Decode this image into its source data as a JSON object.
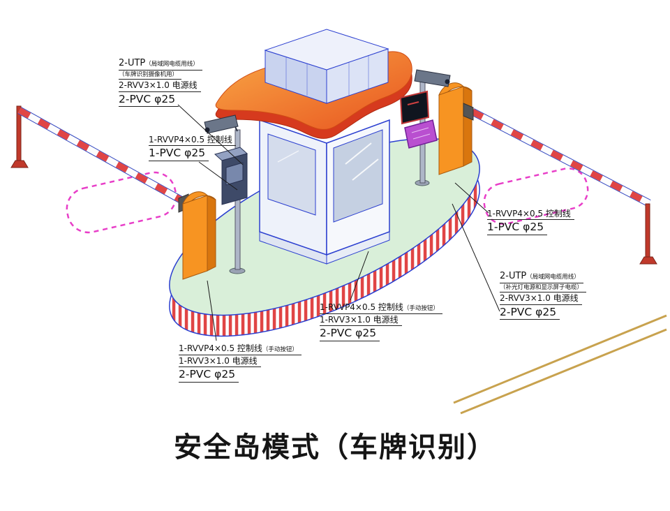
{
  "title": "安全岛模式（车牌识别）",
  "labels": {
    "top_left": {
      "utp": "2-UTP",
      "utp_note": "（局域网电缆用线）",
      "note2": "（车牌识别摄像机用）",
      "power": "2-RVV3×1.0 电源线",
      "conduit": "2-PVC φ25"
    },
    "left_mid": {
      "control": "1-RVVP4×0.5 控制线",
      "conduit": "1-PVC φ25"
    },
    "right_mid": {
      "control": "1-RVVP4×0.5 控制线",
      "conduit": "1-PVC φ25"
    },
    "right_lower": {
      "utp": "2-UTP",
      "utp_note": "（局域网电缆用线）",
      "note2": "（补光灯电源和显示屏子电缆）",
      "power": "2-RVV3×1.0 电源线",
      "conduit": "2-PVC φ25"
    },
    "center_bottom": {
      "control": "1-RVVP4×0.5 控制线",
      "control_note": "（手动按钮）",
      "power": "1-RVV3×1.0 电源线",
      "conduit": "2-PVC φ25"
    },
    "left_bottom": {
      "control": "1-RVVP4×0.5 控制线",
      "control_note": "（手动按钮）",
      "power": "1-RVV3×1.0 电源线",
      "conduit": "2-PVC φ25"
    }
  },
  "colors": {
    "outline_blue": "#2b3fd0",
    "island_green": "#d9efd9",
    "stripe_red": "#e04545",
    "cabinet_orange": "#f79422",
    "cabinet_orange_dark": "#d9760e",
    "canopy_orange": "#f9a845",
    "canopy_orange_deep": "#e85420",
    "canopy_red": "#d63a1e",
    "loop_magenta": "#e83ec8",
    "arm_post_red": "#c0392b",
    "road_line_tan": "#c8a24e",
    "fill_light_purple": "#b94fd0"
  }
}
